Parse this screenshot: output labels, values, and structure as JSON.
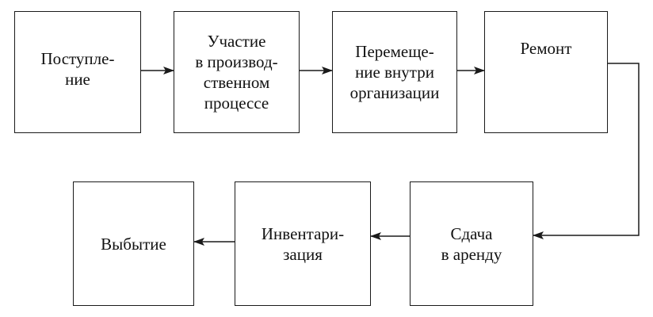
{
  "diagram": {
    "nodes": [
      {
        "id": "b1",
        "label": "Поступле-\nние"
      },
      {
        "id": "b2",
        "label": "Участие\nв производ-\nственном\nпроцессе"
      },
      {
        "id": "b3",
        "label": "Перемеще-\nние внутри\nорганизации"
      },
      {
        "id": "b4",
        "label": "Ремонт"
      },
      {
        "id": "b5",
        "label": "Сдача\nв аренду"
      },
      {
        "id": "b6",
        "label": "Инвентари-\nзация"
      },
      {
        "id": "b7",
        "label": "Выбытие"
      }
    ],
    "edges": [
      {
        "from": "Поступле-\nние",
        "to": "Участие\nв производ-\nственном\nпроцессе"
      },
      {
        "from": "Участие\nв производ-\nственном\nпроцессе",
        "to": "Перемеще-\nние внутри\nорганизации"
      },
      {
        "from": "Перемеще-\nние внутри\nорганизации",
        "to": "Ремонт"
      },
      {
        "from": "Ремонт",
        "to": "Сдача\nв аренду"
      },
      {
        "from": "Сдача\nв аренду",
        "to": "Инвентари-\nзация"
      },
      {
        "from": "Инвентари-\nзация",
        "to": "Выбытие"
      }
    ],
    "colors": {
      "stroke": "#1a1a1a",
      "text": "#111111",
      "background": "#ffffff"
    }
  }
}
